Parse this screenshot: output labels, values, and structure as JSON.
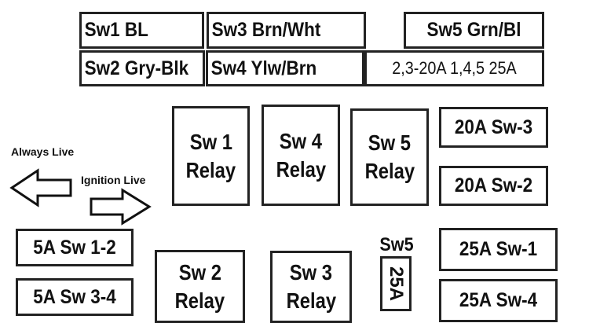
{
  "legend": {
    "sw1": "Sw1 BL",
    "sw2": "Sw2 Gry-Blk",
    "sw3": "Sw3 Brn/Wht",
    "sw4": "Sw4  Ylw/Brn",
    "sw5": "Sw5 Grn/Bl",
    "rating_note": "2,3-20A  1,4,5 25A"
  },
  "relays": {
    "sw1": [
      "Sw 1",
      "Relay"
    ],
    "sw4": [
      "Sw 4",
      "Relay"
    ],
    "sw5": [
      "Sw 5",
      "Relay"
    ],
    "sw2": [
      "Sw 2",
      "Relay"
    ],
    "sw3": [
      "Sw 3",
      "Relay"
    ]
  },
  "fuses": {
    "f20_sw3": "20A Sw-3",
    "f20_sw2": "20A Sw-2",
    "f25_sw1": "25A Sw-1",
    "f25_sw4": "25A Sw-4",
    "f5_sw12": "5A Sw 1-2",
    "f5_sw34": "5A Sw 3-4",
    "sw5_label": "Sw5",
    "sw5_value": "25A"
  },
  "annotations": {
    "always_live": "Always Live",
    "ignition_live": "Ignition Live"
  }
}
